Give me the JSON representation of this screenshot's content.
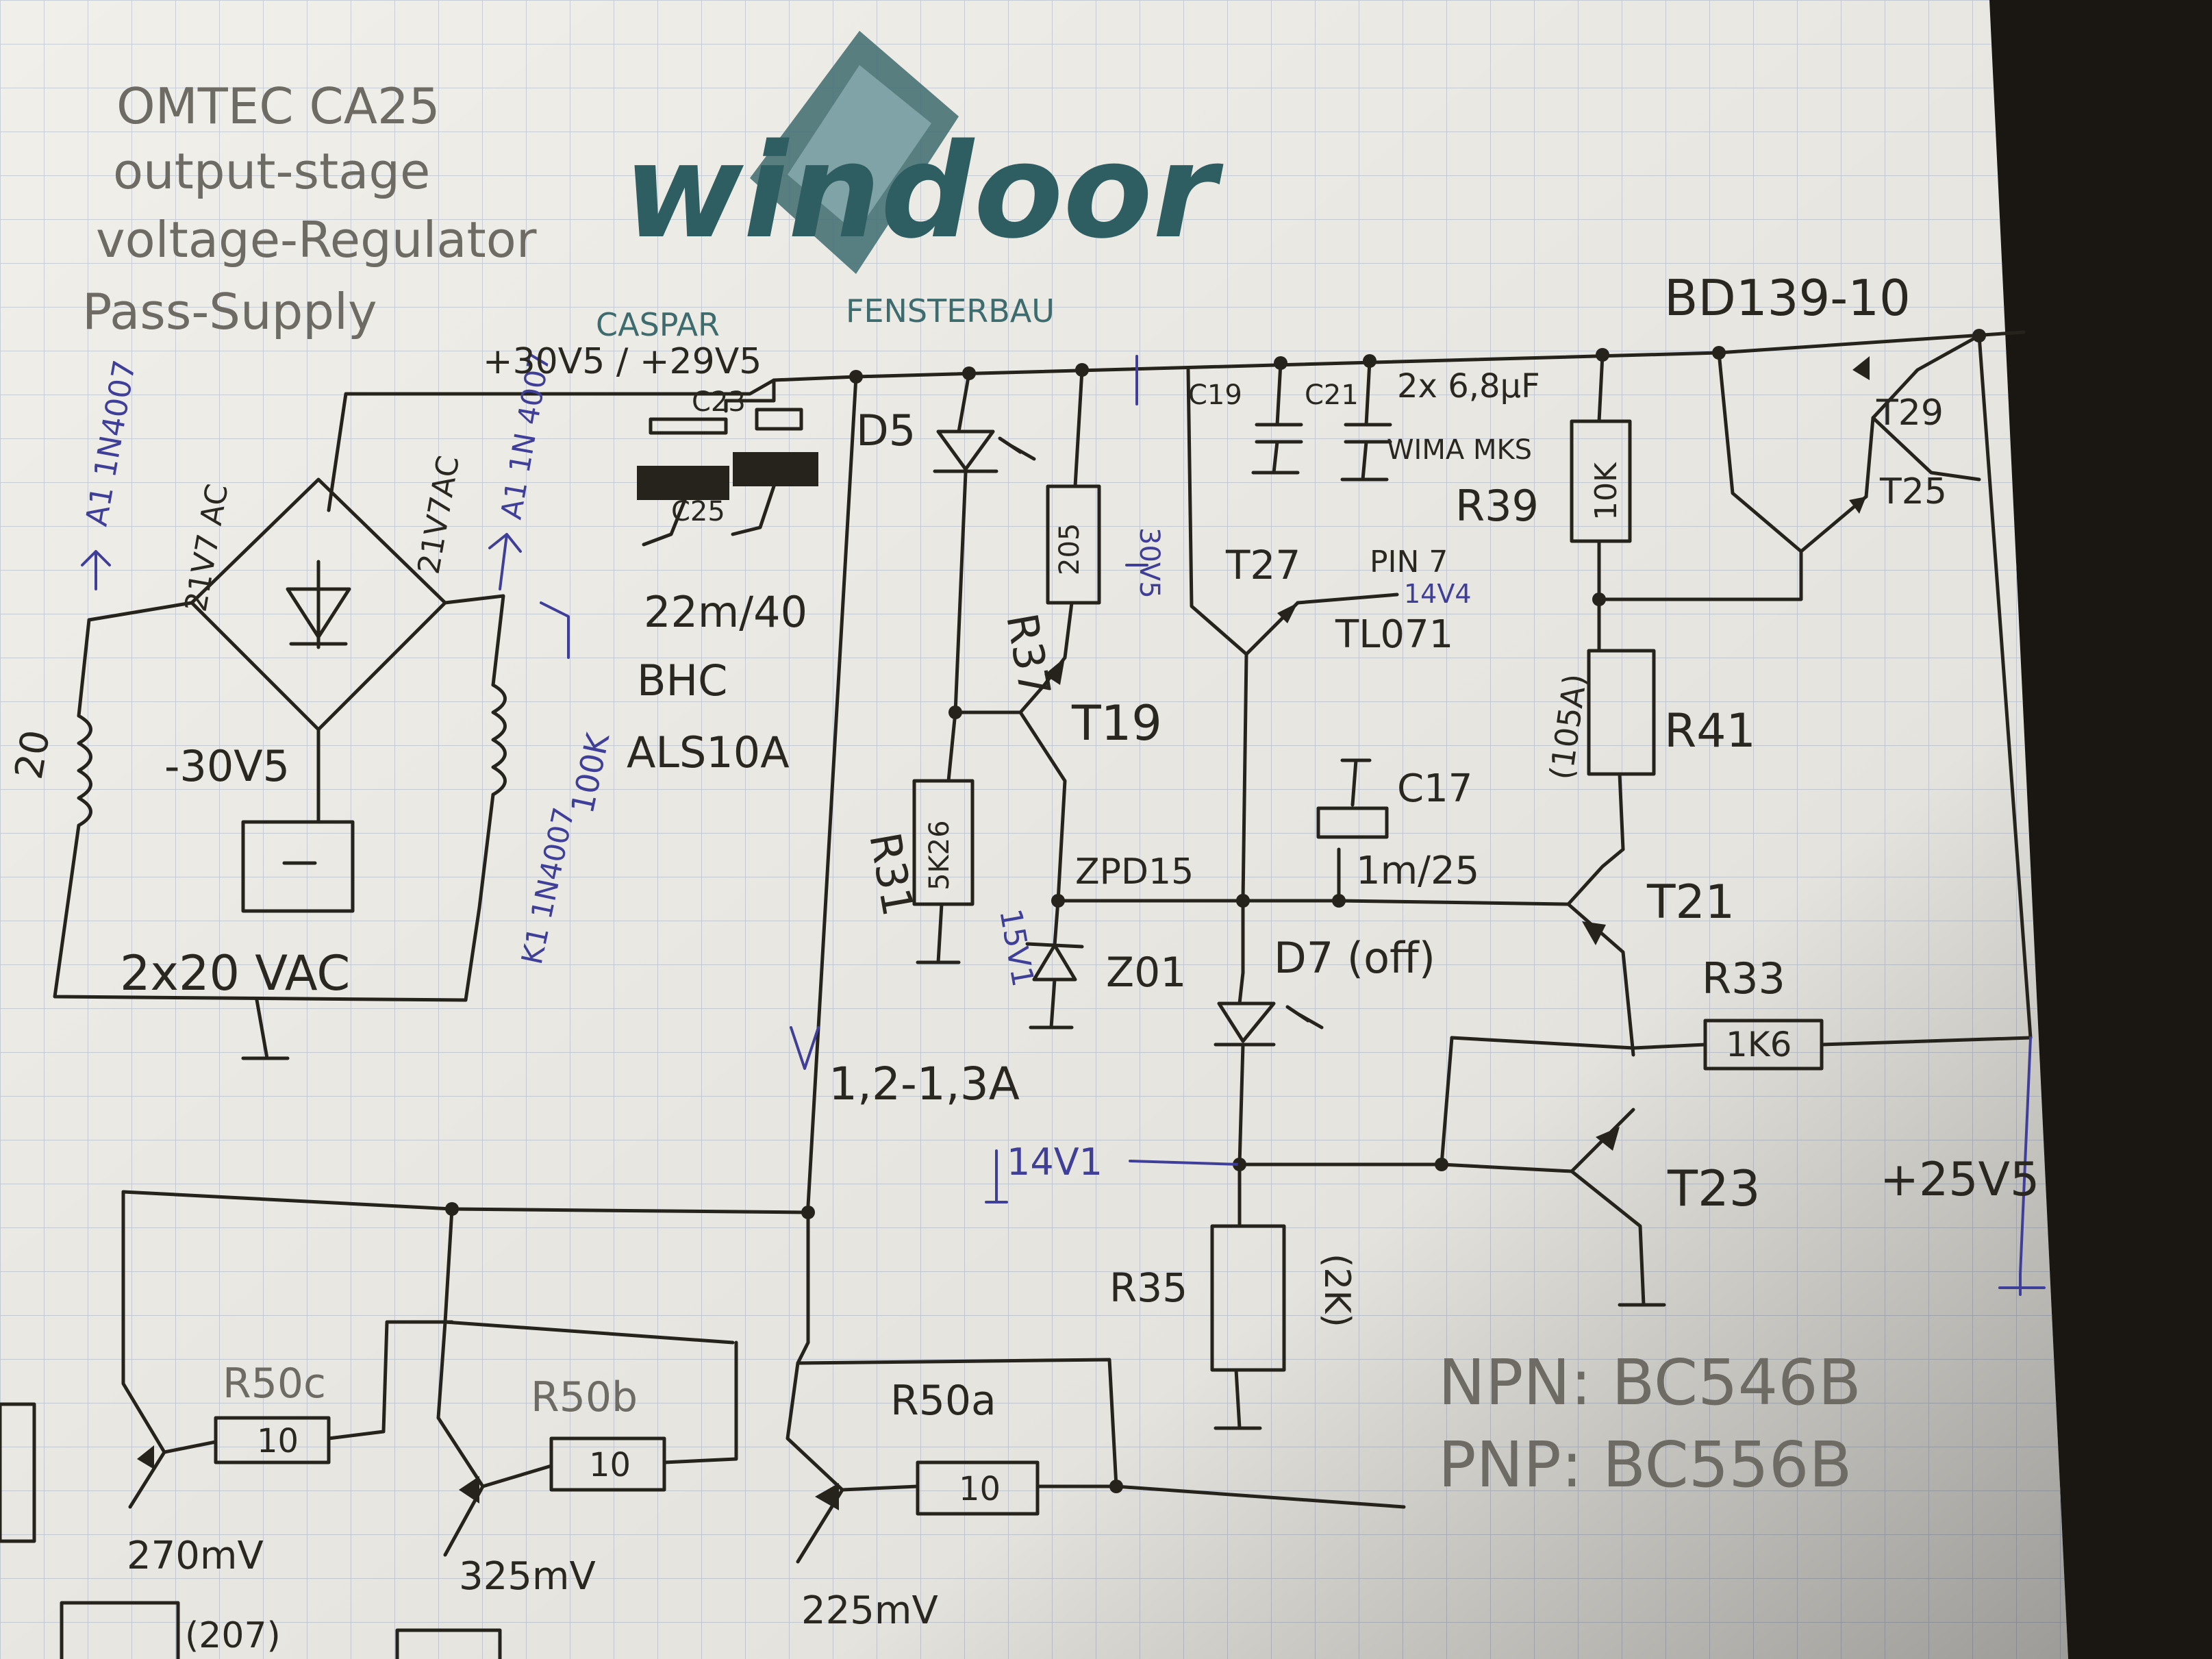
{
  "title": {
    "line1": "OMTEC CA25",
    "line2": "output-stage",
    "line3": "voltage-Regulator",
    "line4": "Pass-Supply"
  },
  "logo": {
    "brand": "windoor",
    "left_text": "CASPAR",
    "right_text": "FENSTERBAU"
  },
  "rails": {
    "plus30": "+30V5 / +29V5",
    "minus30": "-30V5",
    "plus25": "+25V5",
    "current": "1,2-1,3A",
    "v30_node": "30V5"
  },
  "transformer": {
    "label": "2x20 VAC",
    "ac_left": "21V7 AC",
    "ac_right": "21V7AC",
    "left_winding": "20",
    "crossed": "A1 1N4007",
    "right_note1": "A1 1N 4007",
    "right_note2": "K1 1N4007",
    "right_note3": "100K"
  },
  "caps": {
    "c23": "C23",
    "c25": "C25",
    "c25_value": "22m/40",
    "c25_type1": "BHC",
    "c25_type2": "ALS10A",
    "c19": "C19",
    "c21": "C21",
    "c19_c21_value": "2x 6,8µF",
    "c19_c21_type": "WIMA MKS",
    "c17": "C17",
    "c17_value": "1m/25"
  },
  "resistors": {
    "r37": "R37",
    "r37_value": "205",
    "r31": "R31",
    "r31_value": "5K26",
    "r39": "R39",
    "r39_value": "10K",
    "r41": "R41",
    "r41_value": "(105A)",
    "r33": "R33",
    "r33_value": "1K6",
    "r35": "R35",
    "r35_value": "(2K)",
    "r50a": "R50a",
    "r50b": "R50b",
    "r50c": "R50c",
    "r50_value": "10"
  },
  "semis": {
    "d5": "D5",
    "t19": "T19",
    "t27": "T27",
    "pin7": "PIN 7",
    "pin7_voltage": "14V4",
    "opamp": "TL071",
    "zpd": "ZPD15",
    "z01": "Z01",
    "z01_voltage": "15V1",
    "d7": "D7 (off)",
    "t21": "T21",
    "t23": "T23",
    "t25": "T25",
    "t29": "T29",
    "bd139": "BD139-10",
    "node_14v1": "14V1"
  },
  "legend": {
    "npn": "NPN: BC546B",
    "pnp": "PNP: BC556B"
  },
  "measurements": {
    "m1": "270mV",
    "m2": "325mV",
    "m3": "225mV",
    "m4": "(207)"
  },
  "colors": {
    "paper": "#f1efe9",
    "grid": "#c9cfd9",
    "ink": "#26221c",
    "blue_ink": "#3f3f9a",
    "logo": "#3d6b6e"
  }
}
